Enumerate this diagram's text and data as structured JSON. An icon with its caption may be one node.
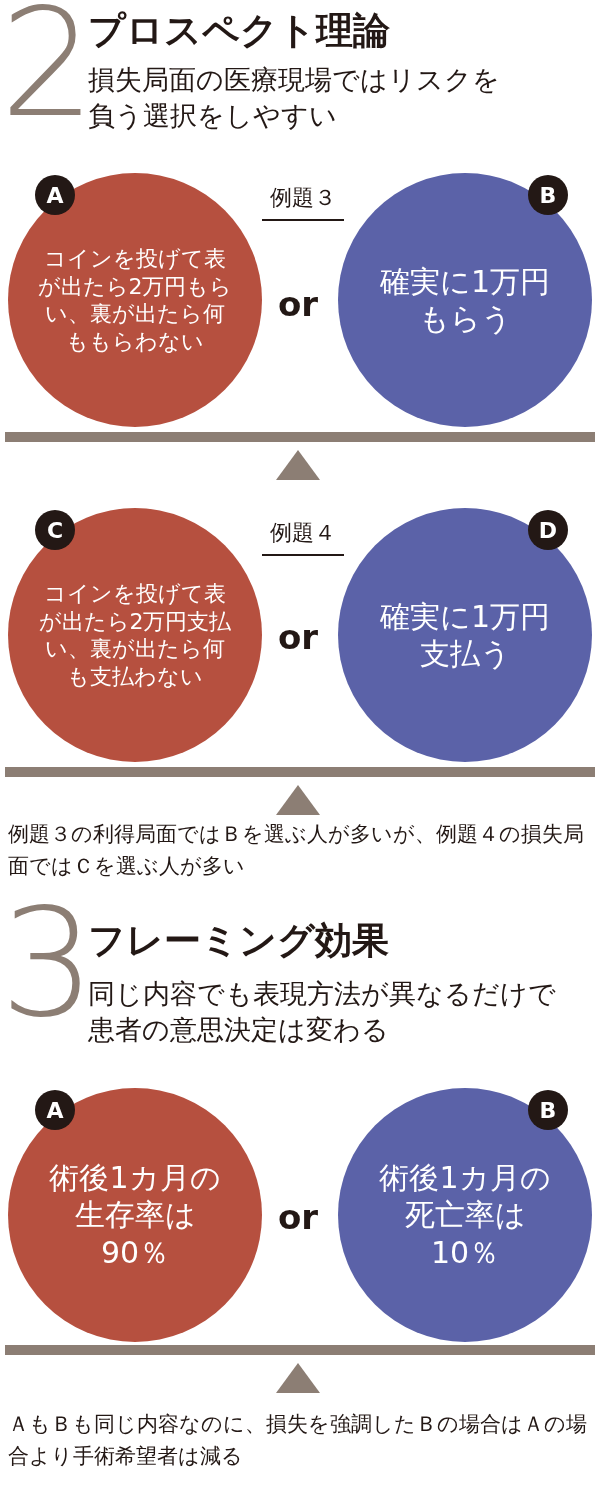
{
  "diagram": {
    "nodes": [
      {
        "text": [
          "コインを投げて表が出たら2万円もらい、裏が出たら何ももらわない"
        ]
      },
      {
        "text": [
          "A"
        ],
        "in": 0
      },
      {
        "text": [
          "確実に1万円もらう"
        ]
      },
      {
        "text": [
          "B"
        ],
        "in": 2
      },
      {
        "text": [
          "コインを投げて表が出たら2万円支払い、裏が出たら何も支払わない"
        ]
      },
      {
        "text": [
          "C"
        ],
        "in": 4
      },
      {
        "text": [
          "確実に1万円支払う"
        ]
      },
      {
        "text": [
          "D"
        ],
        "in": 6
      },
      {
        "text": [
          "術後1カ月の生存率は90％"
        ]
      },
      {
        "text": [
          "A"
        ],
        "in": 8
      },
      {
        "text": [
          "術後1カ月の死亡率は10％"
        ]
      },
      {
        "text": [
          "B"
        ],
        "in": 10
      }
    ],
    "labels": [
      "2",
      "プロスペクト理論",
      "損失局面の医療現場ではリスクを負う選択をしやすい",
      "例題３",
      "or",
      "例題４",
      "or",
      "例題３の利得局面ではＢを選ぶ人が多いが、例題４の損失局面ではＣを選ぶ人が多い",
      "3",
      "フレーミング効果",
      "同じ内容でも表現方法が異なるだけで患者の意思決定は変わる",
      "or",
      "ＡもＢも同じ内容なのに、損失を強調したＢの場合はＡの場合より手術希望者は減る"
    ]
  }
}
